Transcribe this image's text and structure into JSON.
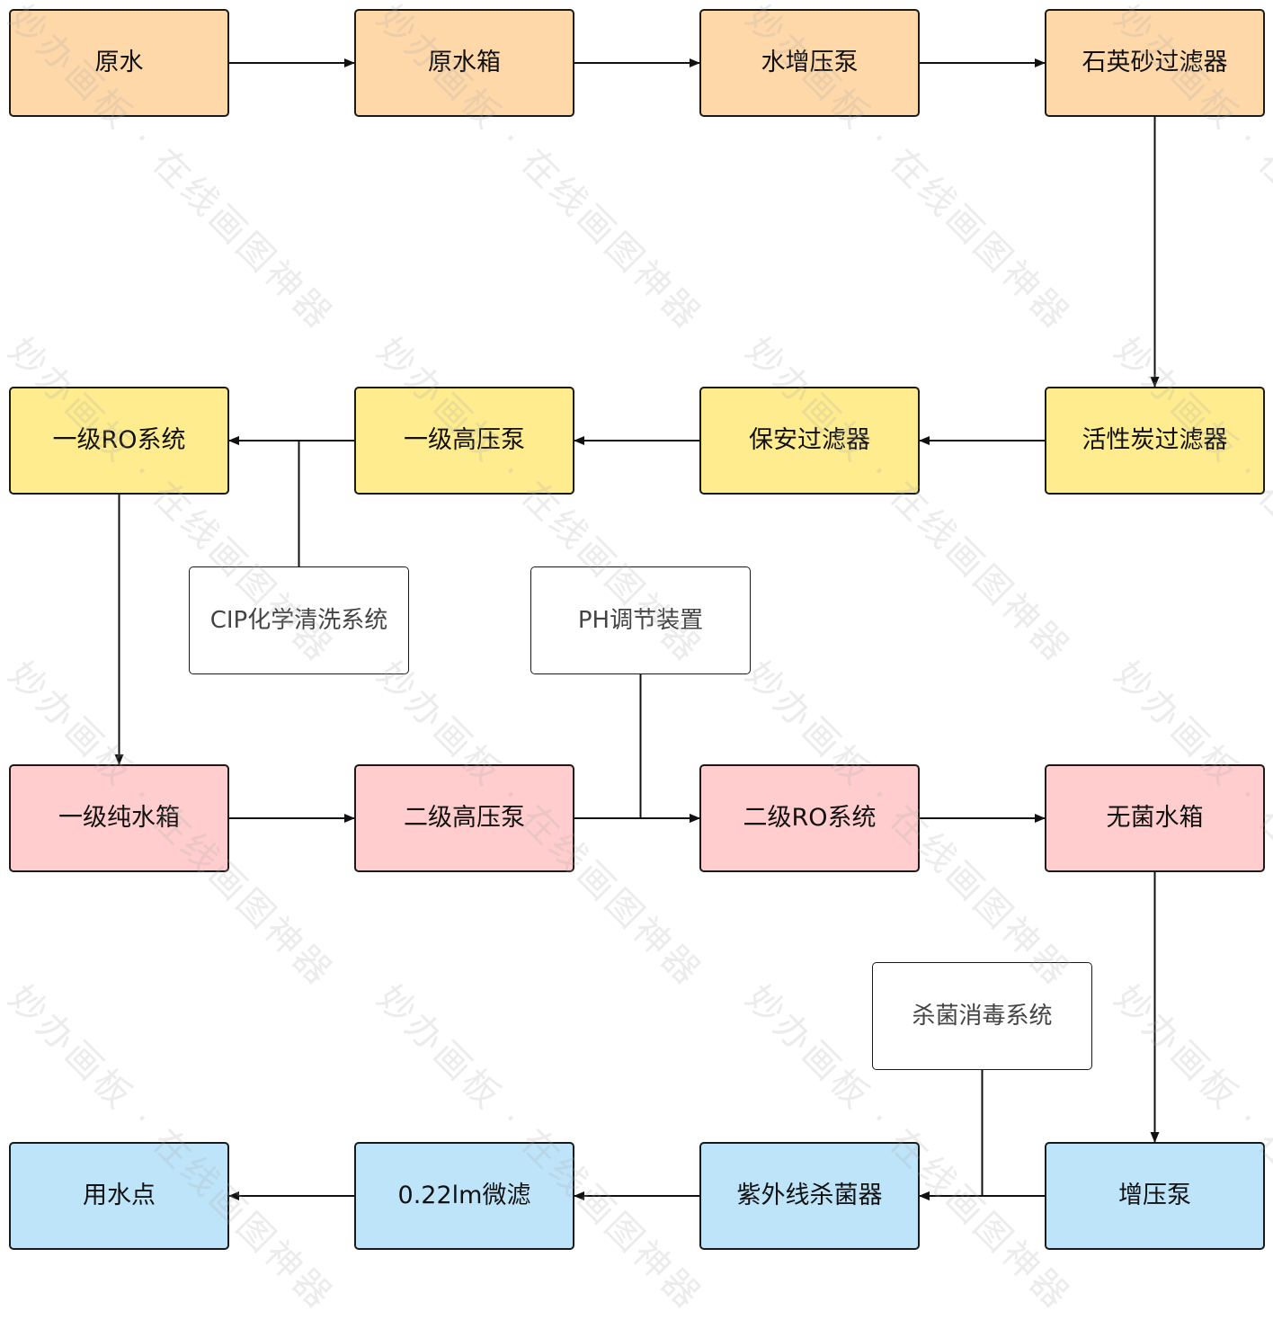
{
  "diagram": {
    "type": "flowchart",
    "title": "",
    "colors": {
      "stage1": "#FED8A9",
      "stage2": "#FEEC8F",
      "stage3": "#FFCDCD",
      "stage4": "#BEE4F9",
      "aux": "#FFFFFF",
      "border": "#1A1A1A",
      "edge": "#111111"
    },
    "nodes": [
      {
        "id": "n1",
        "label": "原水",
        "group": "stage1"
      },
      {
        "id": "n2",
        "label": "原水箱",
        "group": "stage1"
      },
      {
        "id": "n3",
        "label": "水增压泵",
        "group": "stage1"
      },
      {
        "id": "n4",
        "label": "石英砂过滤器",
        "group": "stage1"
      },
      {
        "id": "n5",
        "label": "活性炭过滤器",
        "group": "stage2"
      },
      {
        "id": "n6",
        "label": "保安过滤器",
        "group": "stage2"
      },
      {
        "id": "n7",
        "label": "一级高压泵",
        "group": "stage2"
      },
      {
        "id": "n8",
        "label": "一级RO系统",
        "group": "stage2"
      },
      {
        "id": "n9",
        "label": "一级纯水箱",
        "group": "stage3"
      },
      {
        "id": "n10",
        "label": "二级高压泵",
        "group": "stage3"
      },
      {
        "id": "n11",
        "label": "二级RO系统",
        "group": "stage3"
      },
      {
        "id": "n12",
        "label": "无菌水箱",
        "group": "stage3"
      },
      {
        "id": "n13",
        "label": "增压泵",
        "group": "stage4"
      },
      {
        "id": "n14",
        "label": "紫外线杀菌器",
        "group": "stage4"
      },
      {
        "id": "n15",
        "label": "0.22lm微滤",
        "group": "stage4"
      },
      {
        "id": "n16",
        "label": "用水点",
        "group": "stage4"
      },
      {
        "id": "a1",
        "label": "CIP化学清洗系统",
        "group": "aux"
      },
      {
        "id": "a2",
        "label": "PH调节装置",
        "group": "aux"
      },
      {
        "id": "a3",
        "label": "杀菌消毒系统",
        "group": "aux"
      }
    ],
    "edges": [
      {
        "from": "n1",
        "to": "n2"
      },
      {
        "from": "n2",
        "to": "n3"
      },
      {
        "from": "n3",
        "to": "n4"
      },
      {
        "from": "n4",
        "to": "n5"
      },
      {
        "from": "n5",
        "to": "n6"
      },
      {
        "from": "n6",
        "to": "n7"
      },
      {
        "from": "n7",
        "to": "n8"
      },
      {
        "from": "a1",
        "to": "n8"
      },
      {
        "from": "n8",
        "to": "n9"
      },
      {
        "from": "n9",
        "to": "n10"
      },
      {
        "from": "n10",
        "to": "n11"
      },
      {
        "from": "a2",
        "to": "n11"
      },
      {
        "from": "n11",
        "to": "n12"
      },
      {
        "from": "n12",
        "to": "n13"
      },
      {
        "from": "n13",
        "to": "n14"
      },
      {
        "from": "a3",
        "to": "n14"
      },
      {
        "from": "n14",
        "to": "n15"
      },
      {
        "from": "n15",
        "to": "n16"
      }
    ],
    "watermark": "妙办画板 · 在线画图神器"
  }
}
